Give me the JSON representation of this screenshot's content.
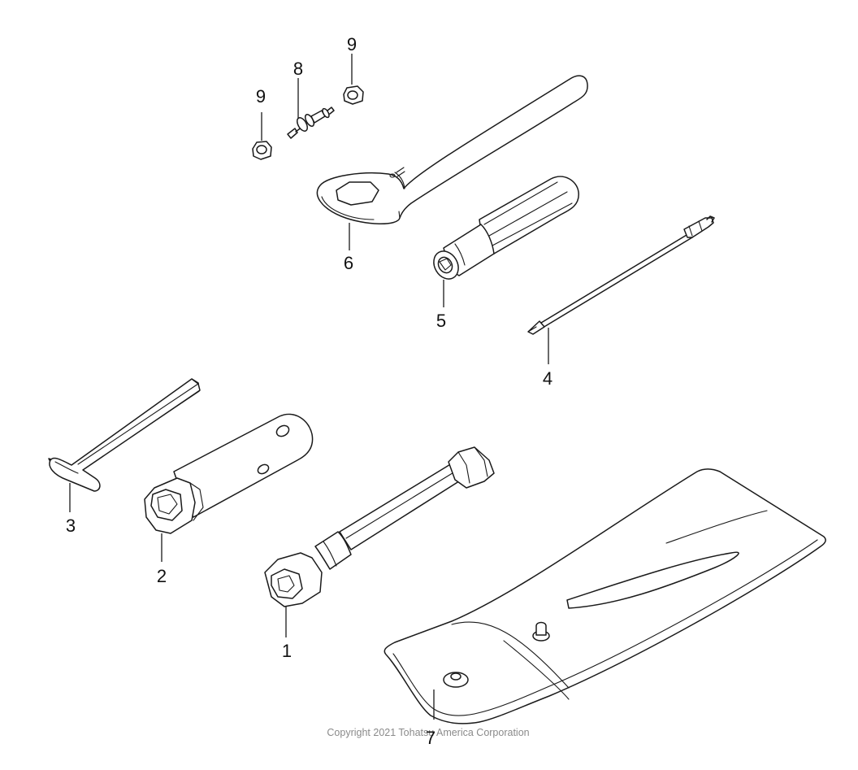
{
  "diagram": {
    "parts": [
      {
        "id": "part-1",
        "label": "1",
        "name": "box-wrench"
      },
      {
        "id": "part-2",
        "label": "2",
        "name": "plug-wrench"
      },
      {
        "id": "part-3",
        "label": "3",
        "name": "hex-key"
      },
      {
        "id": "part-4",
        "label": "4",
        "name": "screwdriver-bit"
      },
      {
        "id": "part-5",
        "label": "5",
        "name": "screwdriver-handle"
      },
      {
        "id": "part-6",
        "label": "6",
        "name": "ring-spanner"
      },
      {
        "id": "part-7",
        "label": "7",
        "name": "tool-bag"
      },
      {
        "id": "part-8",
        "label": "8",
        "name": "snap-stud"
      },
      {
        "id": "part-9a",
        "label": "9",
        "name": "nut-left"
      },
      {
        "id": "part-9b",
        "label": "9",
        "name": "nut-right"
      }
    ],
    "copyright": "Copyright 2021 Tohatsu America Corporation"
  }
}
